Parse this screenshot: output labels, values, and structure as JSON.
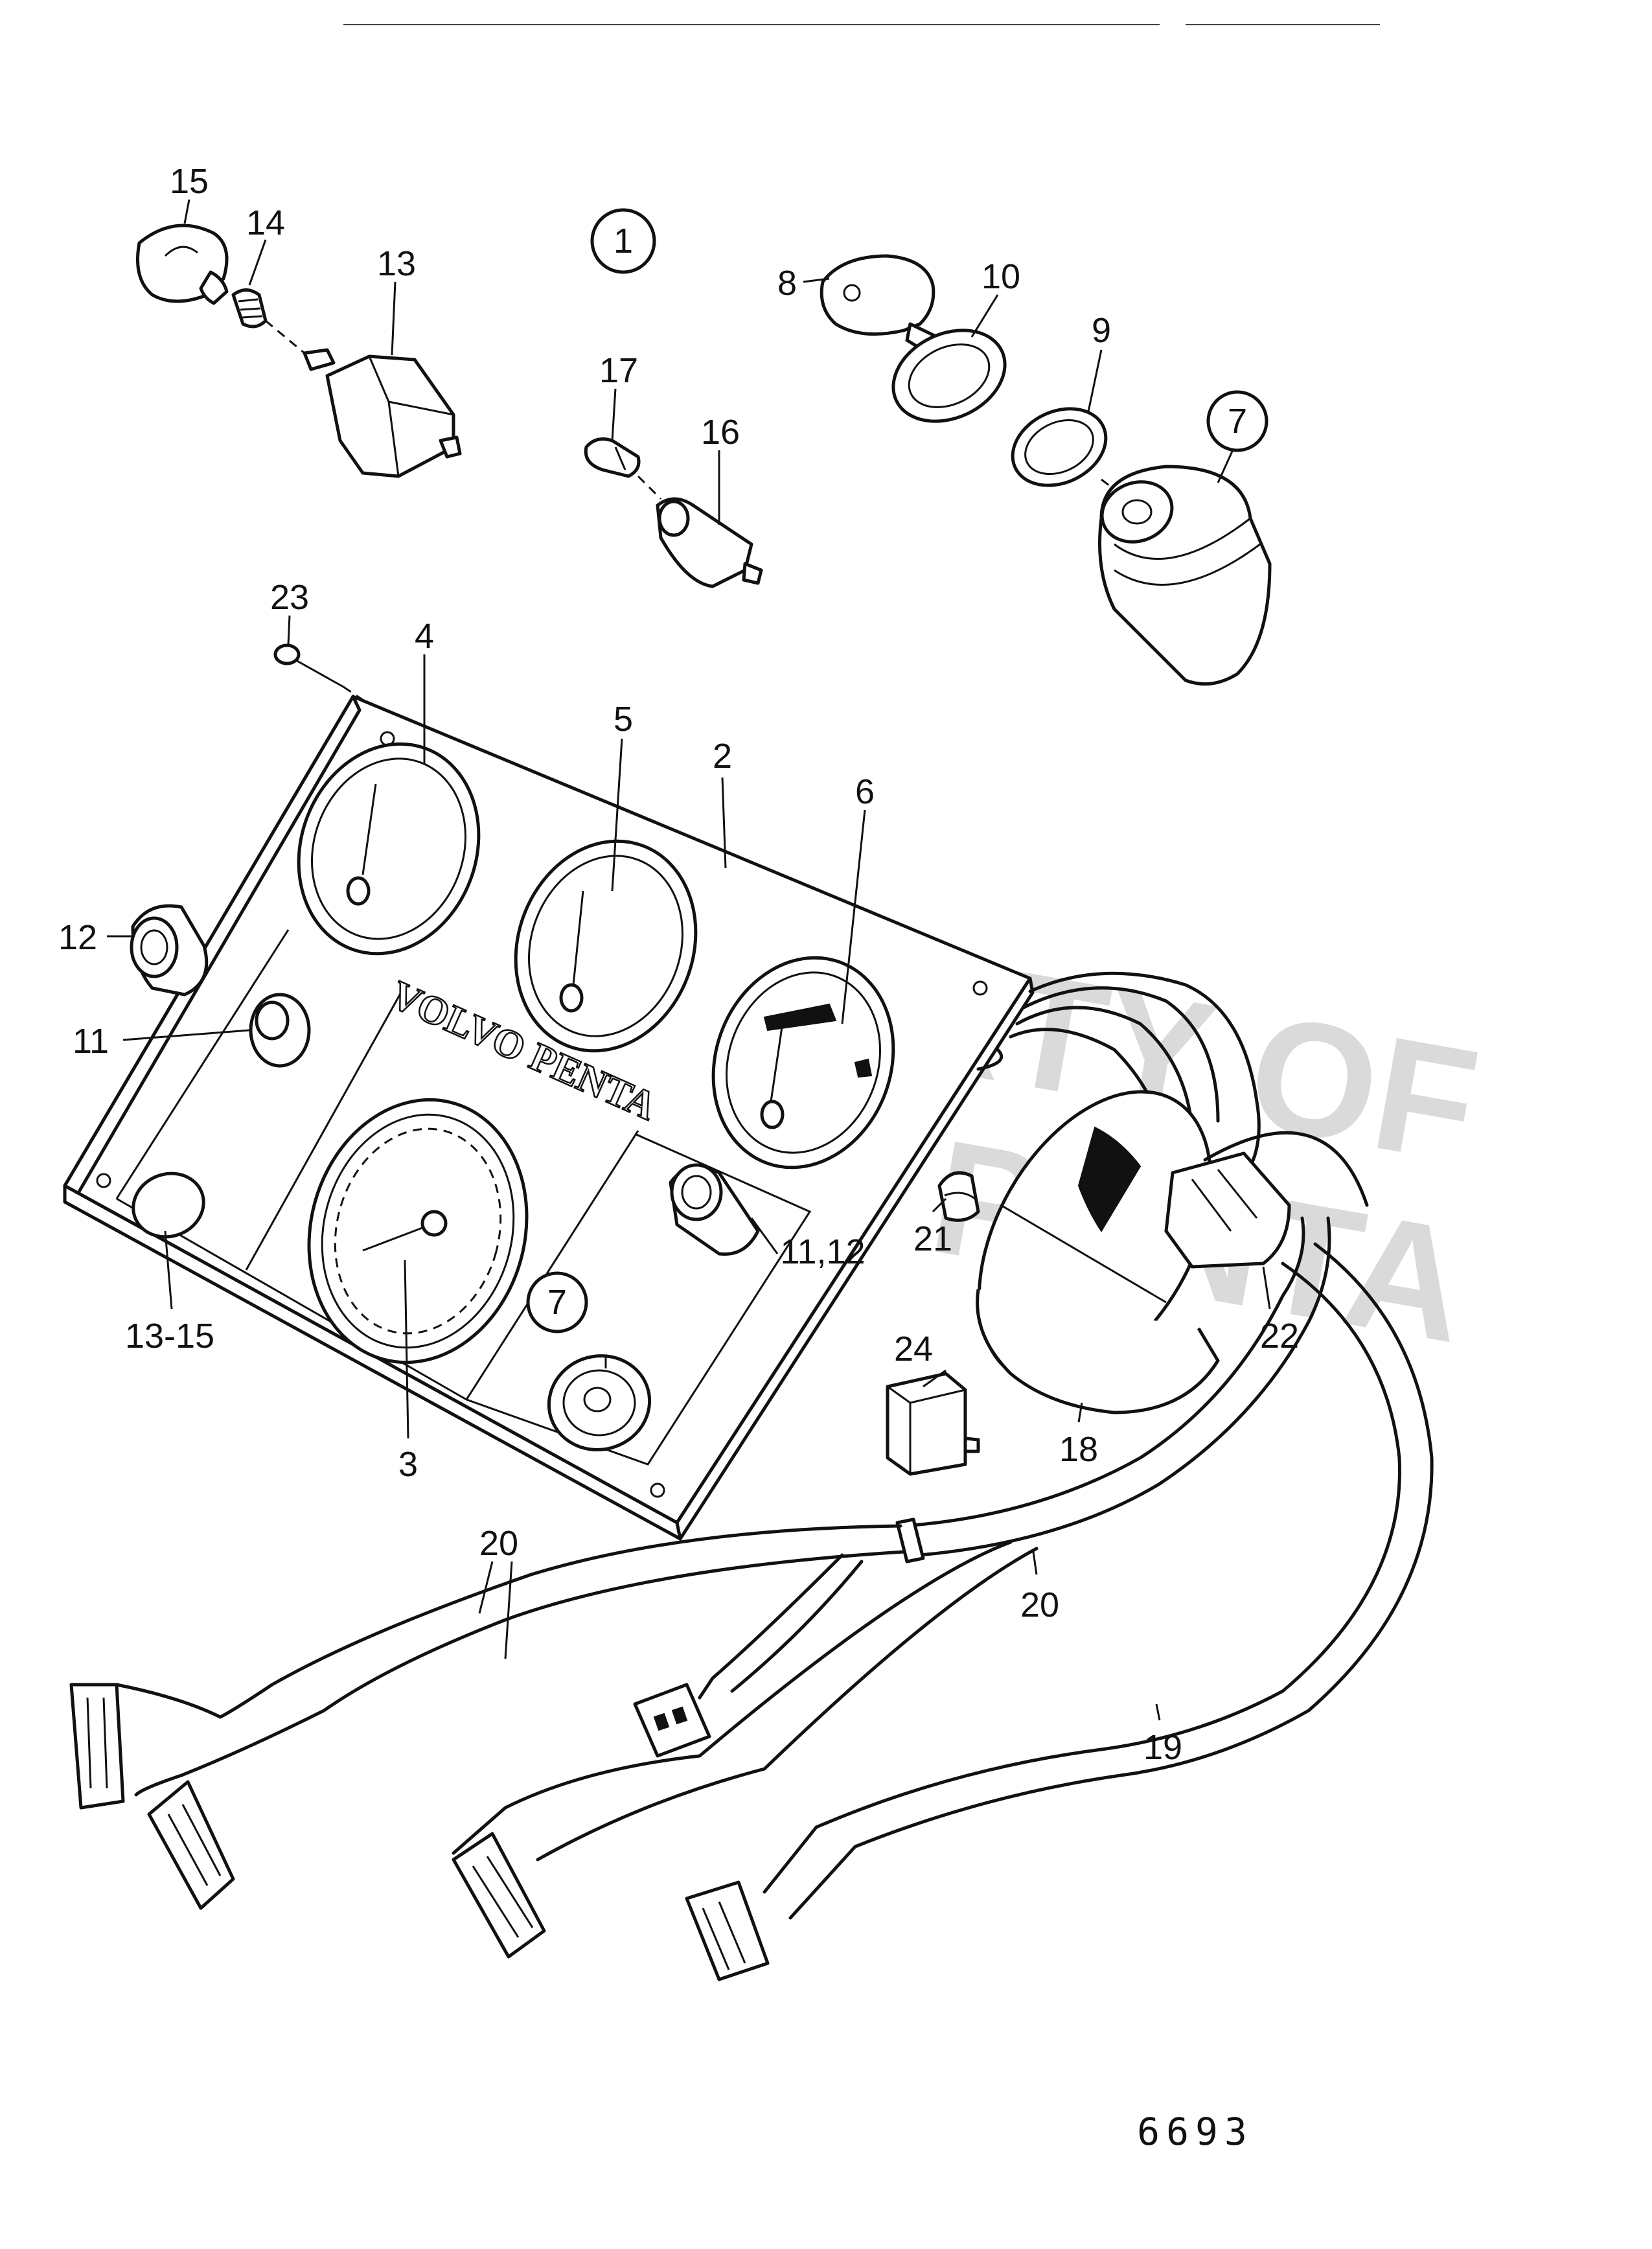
{
  "figure_number": "6693",
  "watermark": {
    "line1": "PROPERTY OF",
    "line2": "VOLVO PENTA"
  },
  "panel_brand": "VOLVO PENTA",
  "callouts": {
    "c1": "1",
    "c2": "2",
    "c3": "3",
    "c4": "4",
    "c5": "5",
    "c6": "6",
    "c7a": "7",
    "c7b": "7",
    "c8": "8",
    "c9": "9",
    "c10": "10",
    "c11": "11",
    "c11_12": "11,12",
    "c12": "12",
    "c13": "13",
    "c13_15": "13-15",
    "c14": "14",
    "c15": "15",
    "c16": "16",
    "c17": "17",
    "c18": "18",
    "c19": "19",
    "c20a": "20",
    "c20b": "20",
    "c21": "21",
    "c22": "22",
    "c23": "23",
    "c24": "24"
  }
}
